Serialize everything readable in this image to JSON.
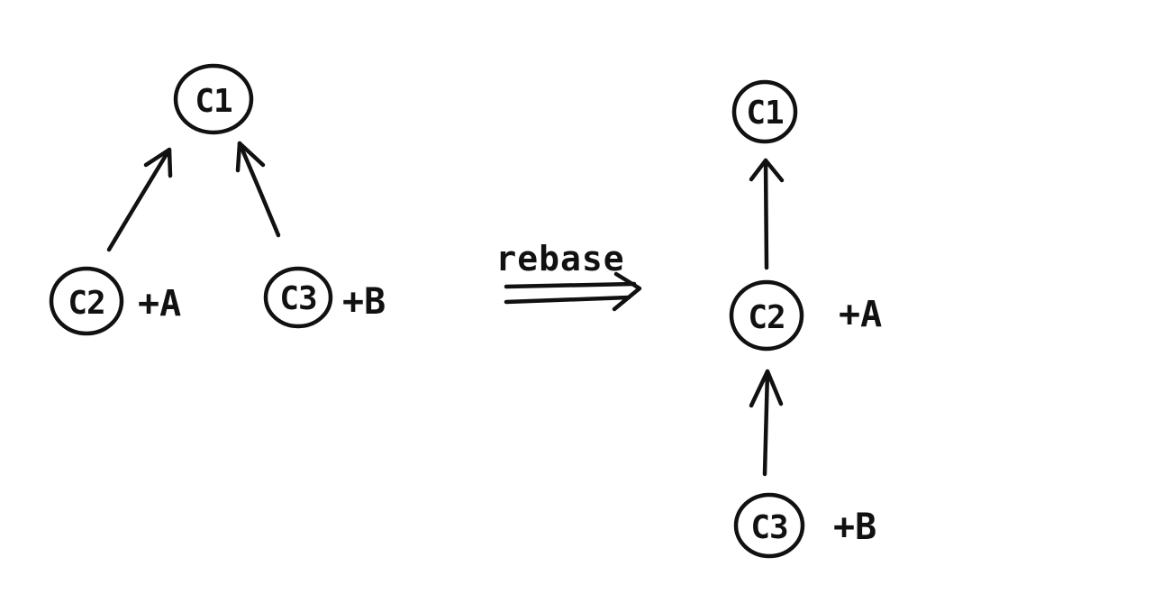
{
  "before": {
    "nodes": {
      "c1": {
        "label": "C1"
      },
      "c2": {
        "label": "C2",
        "change": "+A"
      },
      "c3": {
        "label": "C3",
        "change": "+B"
      }
    }
  },
  "operation": {
    "label": "rebase"
  },
  "after": {
    "nodes": {
      "c1": {
        "label": "C1"
      },
      "c2": {
        "label": "C2",
        "change": "+A"
      },
      "c3": {
        "label": "C3",
        "change": "+B"
      }
    }
  },
  "colors": {
    "ink": "#111111",
    "background": "#ffffff"
  }
}
